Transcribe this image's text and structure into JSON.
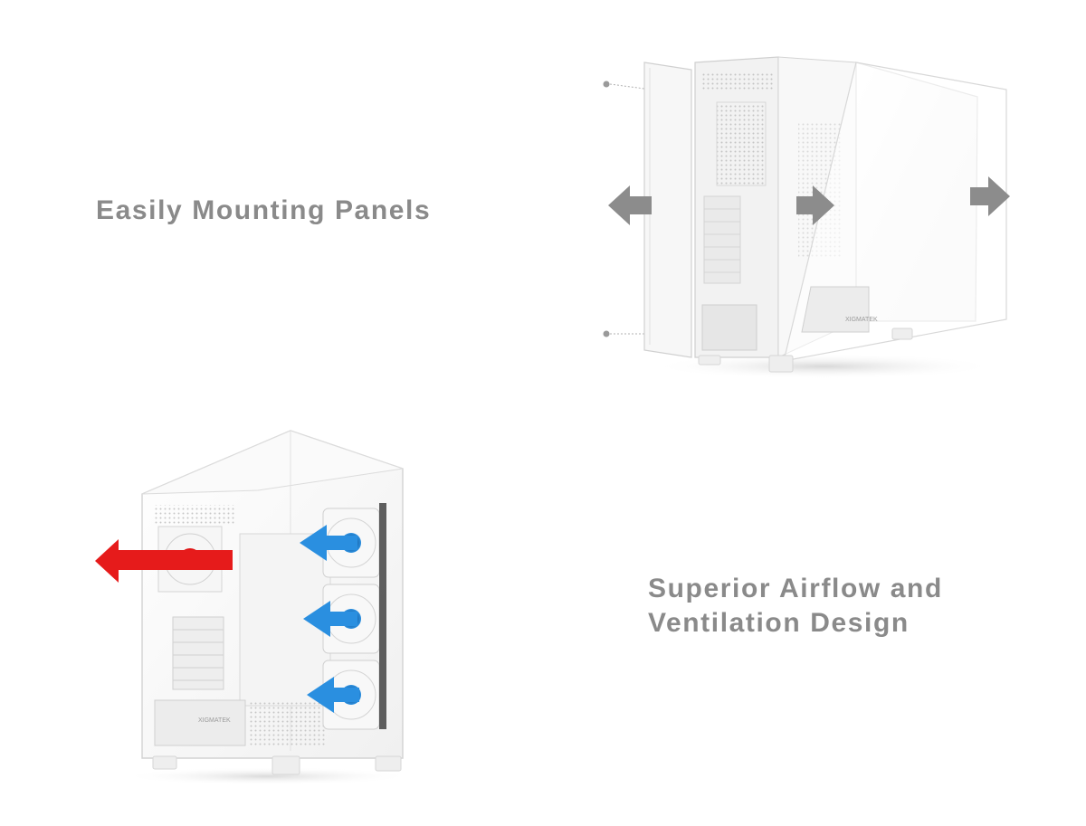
{
  "features": {
    "panels": {
      "title": "Easily Mounting Panels",
      "image": "pc-case-exploded-side-panels"
    },
    "airflow": {
      "title_line1": "Superior Airflow and",
      "title_line2": "Ventilation Design",
      "image": "pc-case-airflow-fans"
    }
  },
  "brand": {
    "logo_text": "XIGMATEK"
  },
  "colors": {
    "heading": "#8a8a8a",
    "intake_arrow": "#2a8fe0",
    "exhaust_arrow": "#e61b1b",
    "panel_arrow": "#8c8c8c",
    "case_body": "#f4f4f4",
    "case_outline": "#d2d2d2"
  }
}
